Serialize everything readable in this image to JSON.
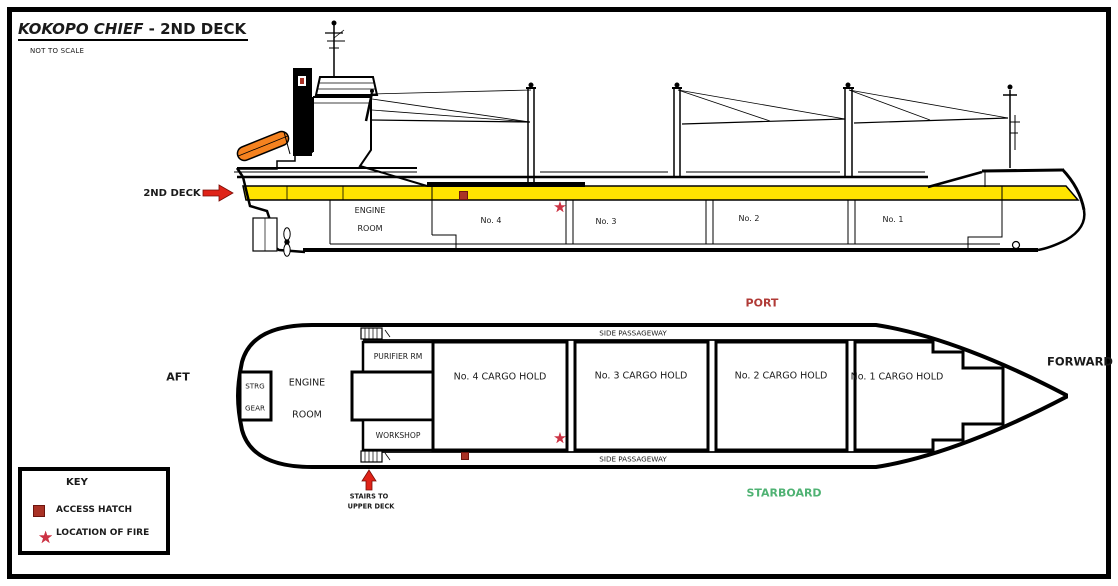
{
  "title": {
    "ship_name": "KOKOPO CHIEF",
    "deck_suffix": "- 2ND DECK",
    "scale_note": "NOT TO SCALE"
  },
  "profile_view": {
    "deck_pointer_label": "2ND DECK",
    "engine_room": {
      "line1": "ENGINE",
      "line2": "ROOM"
    },
    "holds": [
      "No. 4",
      "No. 3",
      "No. 2",
      "No. 1"
    ]
  },
  "plan_view": {
    "aft_label": "AFT",
    "forward_label": "FORWARD",
    "port_label": "PORT",
    "starboard_label": "STARBOARD",
    "side_passageway_top": "SIDE PASSAGEWAY",
    "side_passageway_bottom": "SIDE PASSAGEWAY",
    "steering_gear": {
      "line1": "STRG",
      "line2": "GEAR"
    },
    "engine_room": {
      "line1": "ENGINE",
      "line2": "ROOM"
    },
    "purifier_room": "PURIFIER RM",
    "workshop": "WORKSHOP",
    "cargo_holds": [
      "No. 4 CARGO HOLD",
      "No. 3 CARGO HOLD",
      "No. 2 CARGO HOLD",
      "No. 1 CARGO HOLD"
    ],
    "stairs_note": {
      "line1": "STAIRS TO",
      "line2": "UPPER DECK"
    }
  },
  "key": {
    "title": "KEY",
    "access_hatch_label": "ACCESS HATCH",
    "fire_label": "LOCATION OF FIRE"
  },
  "icons": {
    "fire_star": "★"
  },
  "colors": {
    "deck_yellow": "#FFE400",
    "hatch_red": "#A93226",
    "fire_red": "#CC3344",
    "arrow_red": "#DF2318",
    "port_red": "#B03A36",
    "starboard_green": "#4FB273",
    "lifeboat_orange": "#F5821F"
  }
}
